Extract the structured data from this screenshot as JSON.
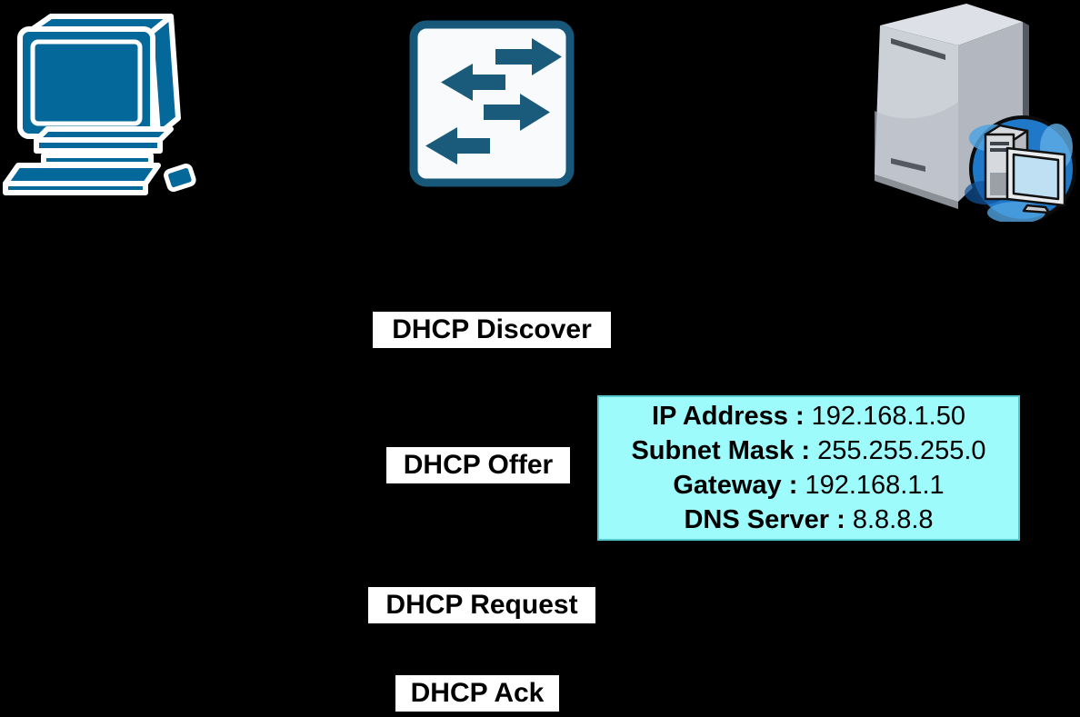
{
  "diagram": {
    "type": "dhcp-sequence-diagram",
    "background_color": "#000000"
  },
  "nodes": [
    {
      "id": "client-pc",
      "icon": "pc-icon"
    },
    {
      "id": "switch",
      "icon": "switch-icon"
    },
    {
      "id": "dhcp-server",
      "icon": "server-icon"
    }
  ],
  "messages": [
    {
      "label": "DHCP Discover"
    },
    {
      "label": "DHCP Offer"
    },
    {
      "label": "DHCP Request"
    },
    {
      "label": "DHCP Ack"
    }
  ],
  "offer_box": {
    "separator": " : ",
    "lines": [
      {
        "label": "IP Address",
        "value": "192.168.1.50"
      },
      {
        "label": "Subnet Mask",
        "value": "255.255.255.0"
      },
      {
        "label": "Gateway",
        "value": "192.168.1.1"
      },
      {
        "label": "DNS Server",
        "value": "8.8.8.8"
      }
    ]
  },
  "colors": {
    "pc_blue": "#05689A",
    "switch_teal": "#17587A",
    "switch_body": "#F8FAFB",
    "server_front_gray": "#CCD0D7",
    "server_side_gray": "#B3B7BF",
    "globe_blue": "#1F78C8",
    "offer_box_bg": "#9EFBFB",
    "label_bg": "#FFFFFF",
    "label_text": "#000000"
  }
}
